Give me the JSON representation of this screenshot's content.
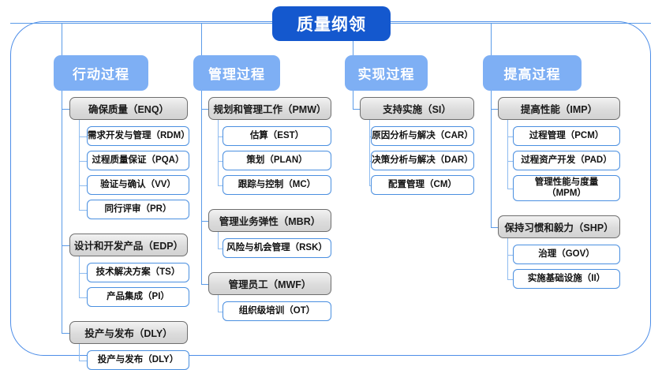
{
  "title": {
    "label": "质量纲领"
  },
  "columns": [
    {
      "key": "action-process",
      "header": "行动过程",
      "groups": [
        {
          "key": "enq",
          "label": "确保质量（ENQ）",
          "items": [
            "需求开发与管理（RDM）",
            "过程质量保证（PQA）",
            "验证与确认（VV）",
            "同行评审（PR）"
          ]
        },
        {
          "key": "edp",
          "label": "设计和开发产品（EDP）",
          "items": [
            "技术解决方案（TS）",
            "产品集成（PI）"
          ]
        },
        {
          "key": "dly",
          "label": "投产与发布（DLY）",
          "items": [
            "投产与发布（DLY）"
          ]
        }
      ]
    },
    {
      "key": "management-process",
      "header": "管理过程",
      "groups": [
        {
          "key": "pmw",
          "label": "规划和管理工作（PMW）",
          "items": [
            "估算（EST）",
            "策划（PLAN）",
            "跟踪与控制（MC）"
          ]
        },
        {
          "key": "mbr",
          "label": "管理业务弹性（MBR）",
          "items": [
            "风险与机会管理（RSK）"
          ]
        },
        {
          "key": "mwf",
          "label": "管理员工（MWF）",
          "items": [
            "组织级培训（OT）"
          ]
        }
      ]
    },
    {
      "key": "realization-process",
      "header": "实现过程",
      "groups": [
        {
          "key": "si",
          "label": "支持实施（SI）",
          "items": [
            "原因分析与解决（CAR）",
            "决策分析与解决（DAR）",
            "配置管理（CM）"
          ]
        }
      ]
    },
    {
      "key": "improvement-process",
      "header": "提高过程",
      "groups": [
        {
          "key": "imp",
          "label": "提高性能（IMP）",
          "items": [
            "过程管理（PCM）",
            "过程资产开发（PAD）",
            "管理性能与度量\n（MPM）"
          ]
        },
        {
          "key": "shp",
          "label": "保持习惯和毅力（SHP）",
          "items": [
            "治理（GOV）",
            "实施基础设施（II）"
          ]
        }
      ]
    }
  ],
  "colors": {
    "title_fill": "#1458CE",
    "column_header_fill": "#7EAFF4",
    "group_fill": "#DCDCDC",
    "group_border": "#6E6E6E",
    "leaf_border": "#4A8FE0",
    "connector": "#5B9BE8",
    "frame_border": "#4E8EE8"
  }
}
